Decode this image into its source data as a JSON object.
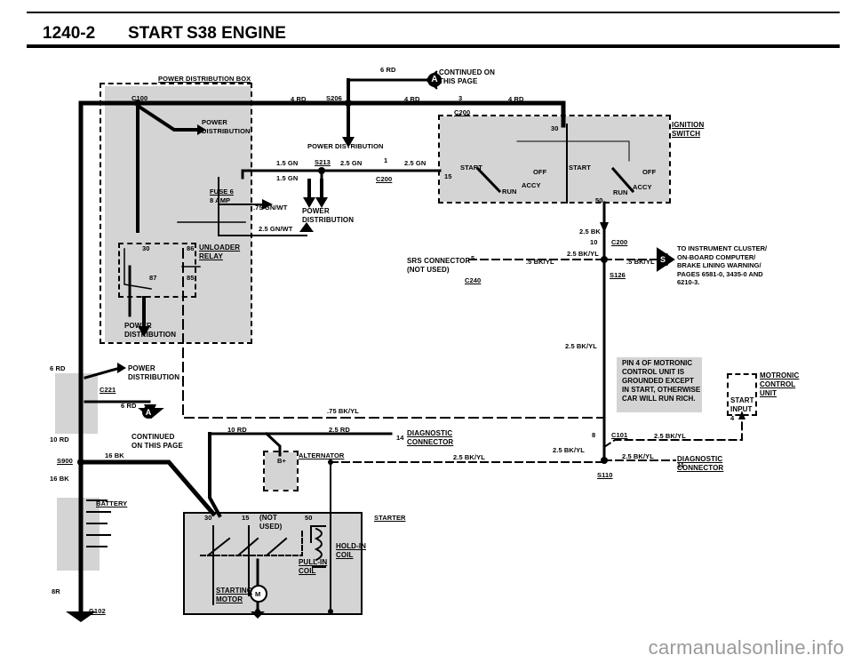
{
  "header": {
    "page_ref": "1240-2",
    "section": "START",
    "engine": "S38 ENGINE"
  },
  "components": {
    "power_distribution_box": "POWER DISTRIBUTION BOX",
    "c100": "C100",
    "power_distribution": "POWER\nDISTRIBUTION",
    "fuse_label": "FUSE 6",
    "fuse_amp": "8 AMP",
    "unloader_relay": "UNLOADER\nRELAY",
    "relay_pins": [
      "30",
      "86",
      "87",
      "85"
    ],
    "ignition_switch": "IGNITION\nSWITCH",
    "switch_positions": [
      "START",
      "OFF",
      "ACCY",
      "RUN"
    ],
    "switch_pins": [
      "30",
      "15",
      "50"
    ],
    "srs_connector": "SRS CONNECTOR\n(NOT USED)",
    "c240": "C240",
    "alternator": "ALTERNATOR",
    "alternator_pin": "B+",
    "battery": "BATTERY",
    "starter": "STARTER",
    "starter_pins": [
      "30",
      "15",
      "50"
    ],
    "starter_not_used": "(NOT\nUSED)",
    "hold_in_coil": "HOLD-IN\nCOIL",
    "pull_in_coil": "PULL-IN\nCOIL",
    "starting_motor": "STARTING\nMOTOR",
    "motor_symbol": "M",
    "motronic_control": "MOTRONIC\nCONTROL\nUNIT",
    "motronic_start_input": "START\nINPUT",
    "motronic_note": "PIN 4 OF MOTRONIC\nCONTROL UNIT IS\nGROUNDED EXCEPT\nIN START, OTHERWISE\nCAR WILL RUN RICH.",
    "diagnostic_connector": "DIAGNOSTIC\nCONNECTOR",
    "g102": "G102"
  },
  "connectors": {
    "s206": "S206",
    "s213": "S213",
    "c200": "C200",
    "c221": "C221",
    "s900": "S900",
    "c101": "C101",
    "s110": "S110",
    "s126": "S126"
  },
  "pins": {
    "c200_top": "3",
    "c200_mid": "1",
    "c200_10": "10",
    "srs_5": "5",
    "diag_14": "14",
    "c101_8": "8",
    "diag_11": "11",
    "motronic_4": "4"
  },
  "wires": {
    "rd_6_top": "6 RD",
    "rd_4_left": "4 RD",
    "rd_4_mid": "4 RD",
    "rd_4_right": "4 RD",
    "gn_15": "1.5 GN",
    "gn_25_a": "2.5 GN",
    "gn_25_b": "2.5 GN",
    "gn_15_b": "1.5 GN",
    "gnwt_75": ".75 GN/WT",
    "gnwt_25": "2.5 GN/WT",
    "bk_25": "2.5 BK",
    "bkyl_25_a": "2.5 BK/YL",
    "bkyl_5_a": ".5 BK/YL",
    "bkyl_5_b": ".5 BK/YL",
    "bkyl_25_mid": "2.5 BK/YL",
    "bkyl_75": ".75 BK/YL",
    "rd_6_left": "6 RD",
    "rd_6_c221": "6 RD",
    "rd_10_left": "10 RD",
    "rd_10_mid": "10 RD",
    "rd_25": "2.5 RD",
    "bk_16_mid": "16 BK",
    "bk_16_left": "16 BK",
    "bkyl_25_r": "2.5 BK/YL",
    "bkyl_25_r2": "2.5 BK/YL",
    "bkyl_25_alt": "2.5 BK/YL",
    "bkyl_25_c101": "2.5 BK/YL",
    "br_8": "8R"
  },
  "refs": {
    "a_top": "A",
    "a_bottom": "A",
    "s_badge": "S",
    "continued_top": "CONTINUED ON\nTHIS PAGE",
    "continued_bottom": "CONTINUED\nON THIS PAGE",
    "power_dist_mid": "POWER DISTRIBUTION",
    "power_dist_right": "POWER\nDISTRIBUTION",
    "power_dist_relay": "POWER\nDISTRIBUTION",
    "power_dist_left": "POWER\nDISTRIBUTION",
    "instrument_note": "TO INSTRUMENT CLUSTER/\nON-BOARD COMPUTER/\nBRAKE LINING WARNING/\nPAGES 6581-0, 3435-0 AND\n6210-3."
  },
  "watermark": "carmanualsonline.info"
}
